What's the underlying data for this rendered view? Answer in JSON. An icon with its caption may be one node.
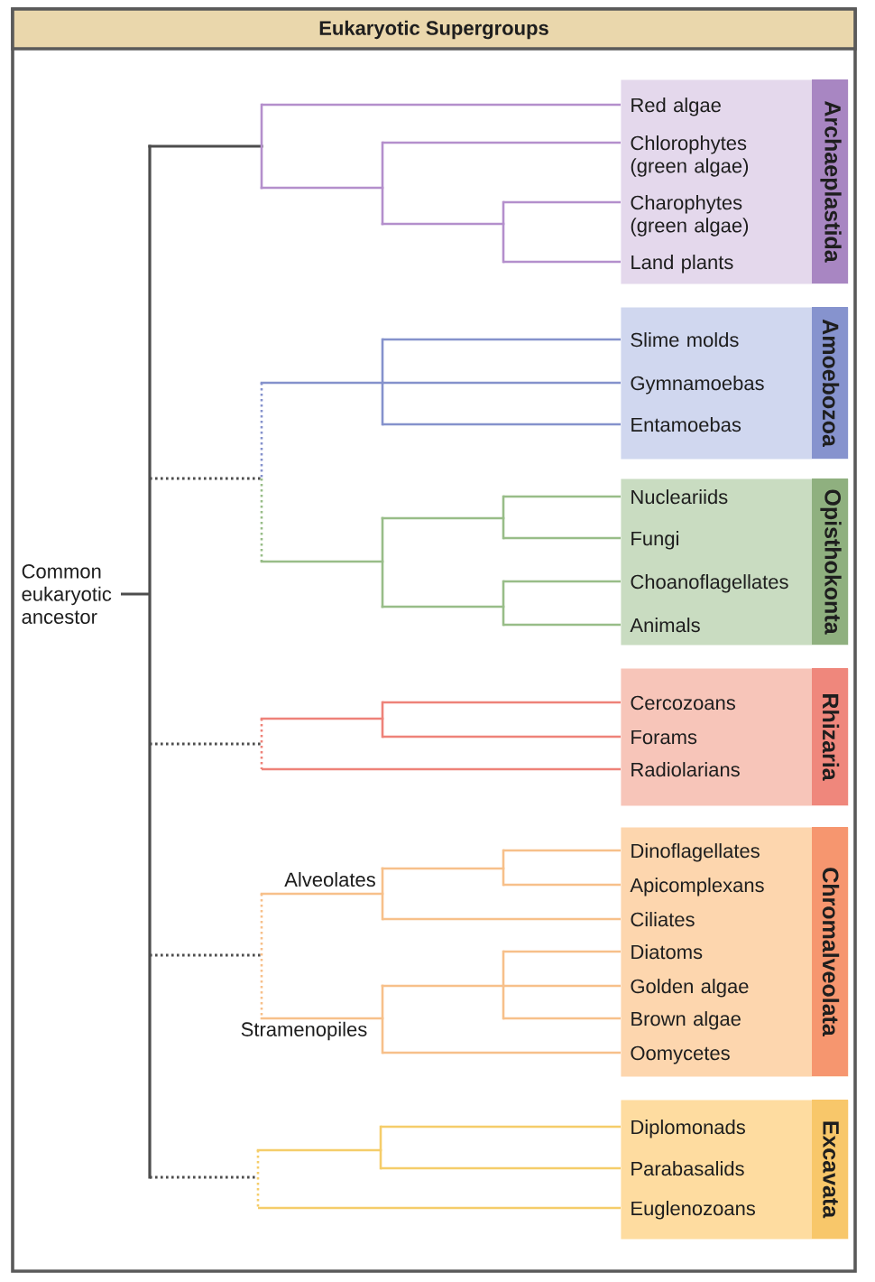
{
  "diagram": {
    "title": "Eukaryotic Supergroups",
    "nodes": [
      {
        "text": [
          "Common eukaryotic ancestor"
        ]
      },
      {
        "text": [
          "Archaeplastida"
        ]
      },
      {
        "text": [
          "Red algae"
        ],
        "in": 1
      },
      {
        "text": [
          "Chlorophytes (green algae)"
        ],
        "in": 1
      },
      {
        "text": [
          "Charophytes (green algae)"
        ],
        "in": 1
      },
      {
        "text": [
          "Land plants"
        ],
        "in": 1
      },
      {
        "text": [
          "Amoebozoa"
        ]
      },
      {
        "text": [
          "Slime molds"
        ],
        "in": 6
      },
      {
        "text": [
          "Gymnamoebas"
        ],
        "in": 6
      },
      {
        "text": [
          "Entamoebas"
        ],
        "in": 6
      },
      {
        "text": [
          "Opisthokonta"
        ]
      },
      {
        "text": [
          "Nucleariids"
        ],
        "in": 10
      },
      {
        "text": [
          "Fungi"
        ],
        "in": 10
      },
      {
        "text": [
          "Choanoflagellates"
        ],
        "in": 10
      },
      {
        "text": [
          "Animals"
        ],
        "in": 10
      },
      {
        "text": [
          "Rhizaria"
        ]
      },
      {
        "text": [
          "Cercozoans"
        ],
        "in": 15
      },
      {
        "text": [
          "Forams"
        ],
        "in": 15
      },
      {
        "text": [
          "Radiolarians"
        ],
        "in": 15
      },
      {
        "text": [
          "Chromalveolata"
        ]
      },
      {
        "text": [
          "Dinoflagellates"
        ],
        "in": 19
      },
      {
        "text": [
          "Apicomplexans"
        ],
        "in": 19
      },
      {
        "text": [
          "Ciliates"
        ],
        "in": 19
      },
      {
        "text": [
          "Diatoms"
        ],
        "in": 19
      },
      {
        "text": [
          "Golden algae"
        ],
        "in": 19
      },
      {
        "text": [
          "Brown algae"
        ],
        "in": 19
      },
      {
        "text": [
          "Oomycetes"
        ],
        "in": 19
      },
      {
        "text": [
          "Excavata"
        ]
      },
      {
        "text": [
          "Diplomonads"
        ],
        "in": 27
      },
      {
        "text": [
          "Parabasalids"
        ],
        "in": 27
      },
      {
        "text": [
          "Euglenozoans"
        ],
        "in": 27
      }
    ],
    "edges": [
      {
        "from": 0,
        "to": 2,
        "arrow": "none"
      },
      {
        "from": 0,
        "to": 3,
        "arrow": "none"
      },
      {
        "from": 0,
        "to": 4,
        "arrow": "none"
      },
      {
        "from": 0,
        "to": 5,
        "arrow": "none"
      },
      {
        "from": 0,
        "to": 7,
        "arrow": "none"
      },
      {
        "from": 0,
        "to": 8,
        "arrow": "none"
      },
      {
        "from": 0,
        "to": 9,
        "arrow": "none"
      },
      {
        "from": 0,
        "to": 11,
        "arrow": "none"
      },
      {
        "from": 0,
        "to": 12,
        "arrow": "none"
      },
      {
        "from": 0,
        "to": 13,
        "arrow": "none"
      },
      {
        "from": 0,
        "to": 14,
        "arrow": "none"
      },
      {
        "from": 0,
        "to": 16,
        "arrow": "none"
      },
      {
        "from": 0,
        "to": 17,
        "arrow": "none"
      },
      {
        "from": 0,
        "to": 18,
        "arrow": "none"
      },
      {
        "from": 0,
        "to": 20,
        "arrow": "none"
      },
      {
        "from": 0,
        "to": 21,
        "arrow": "none"
      },
      {
        "from": 0,
        "to": 22,
        "arrow": "none"
      },
      {
        "from": 0,
        "to": 23,
        "arrow": "none"
      },
      {
        "from": 0,
        "to": 24,
        "arrow": "none"
      },
      {
        "from": 0,
        "to": 25,
        "arrow": "none"
      },
      {
        "from": 0,
        "to": 26,
        "arrow": "none"
      },
      {
        "from": 0,
        "to": 28,
        "arrow": "none"
      },
      {
        "from": 0,
        "to": 29,
        "arrow": "none"
      },
      {
        "from": 0,
        "to": 30,
        "arrow": "none"
      }
    ],
    "labels": [
      "Alveolates",
      "Stramenopiles"
    ]
  }
}
